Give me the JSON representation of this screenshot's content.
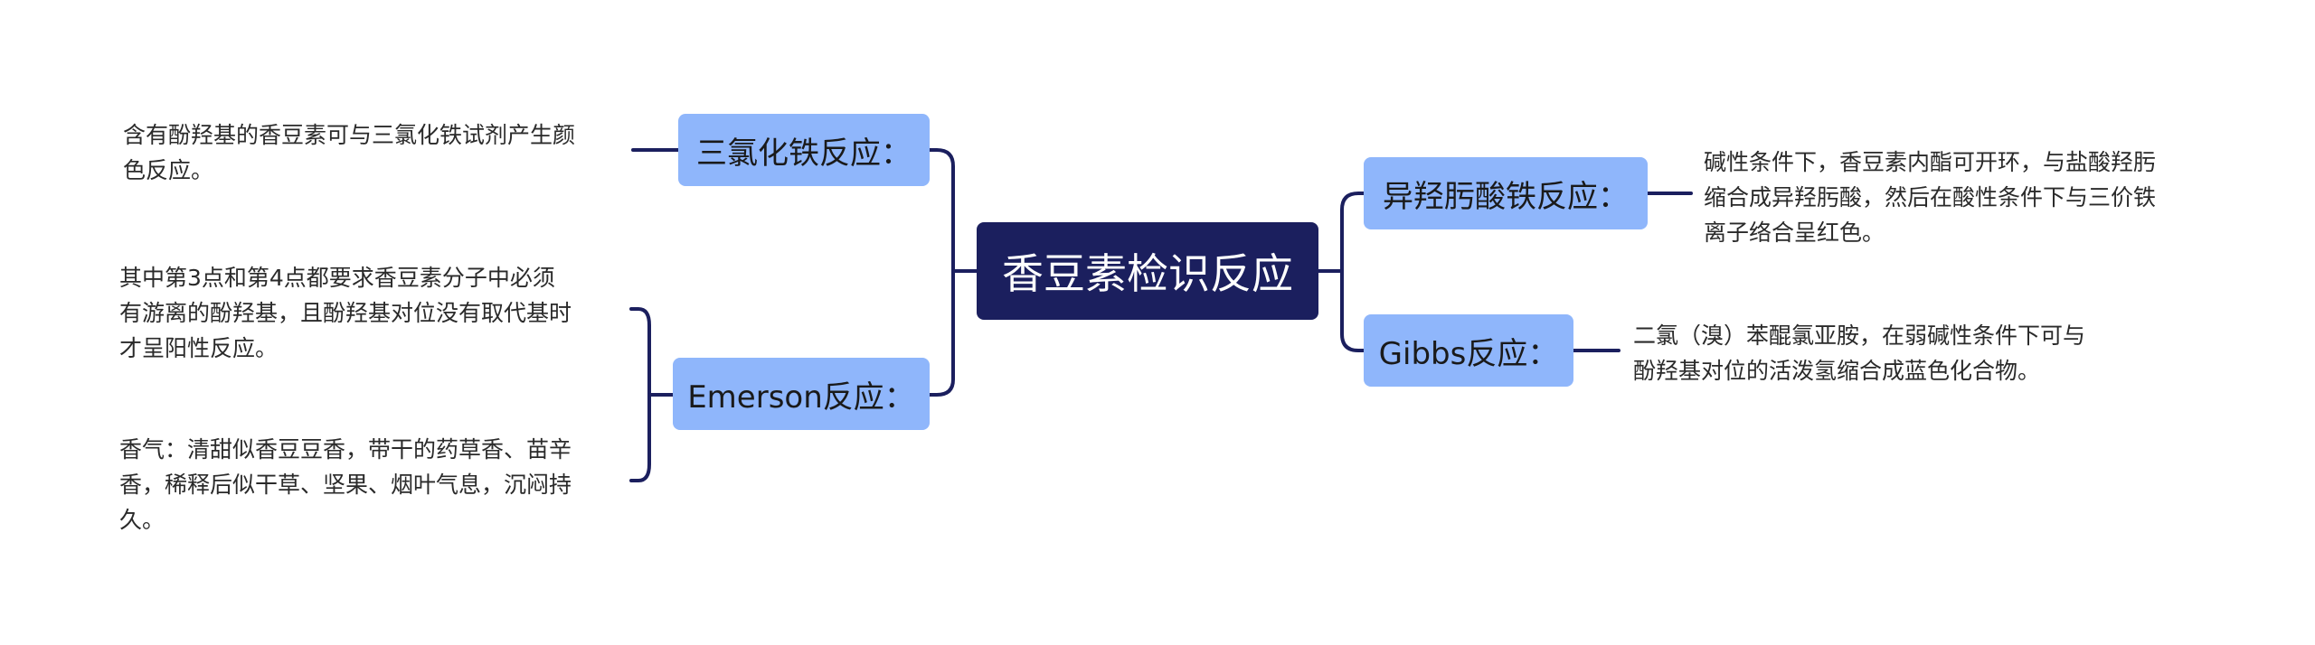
{
  "root": {
    "label": "香豆素检识反应"
  },
  "branches": {
    "ferric_chloride": {
      "label": "三氯化铁反应："
    },
    "emerson": {
      "label": "Emerson反应："
    },
    "hydroxamic": {
      "label": "异羟肟酸铁反应："
    },
    "gibbs": {
      "label": "Gibbs反应："
    }
  },
  "leaves": {
    "ferric_chloride_desc": {
      "lines": [
        "含有酚羟基的香豆素可与三氯化铁试剂产生颜",
        "色反应。"
      ]
    },
    "emerson_desc_1": {
      "lines": [
        "其中第3点和第4点都要求香豆素分子中必须",
        "有游离的酚羟基，且酚羟基对位没有取代基时",
        "才呈阳性反应。"
      ]
    },
    "emerson_desc_2": {
      "lines": [
        "香气：清甜似香豆豆香，带干的药草香、苗辛",
        "香，稀释后似干草、坚果、烟叶气息，沉闷持",
        "久。"
      ]
    },
    "hydroxamic_desc": {
      "lines": [
        "碱性条件下，香豆素内酯可开环，与盐酸羟肟",
        "缩合成异羟肟酸，然后在酸性条件下与三价铁",
        "离子络合呈红色。"
      ]
    },
    "gibbs_desc": {
      "lines": [
        "二氯（溴）苯醌氯亚胺，在弱碱性条件下可与",
        "酚羟基对位的活泼氢缩合成蓝色化合物。"
      ]
    }
  },
  "colors": {
    "root_fill": "#1b1f5e",
    "branch_fill": "#8fb6fb",
    "connector": "#1b1f5e",
    "text": "#2a2a2a"
  }
}
